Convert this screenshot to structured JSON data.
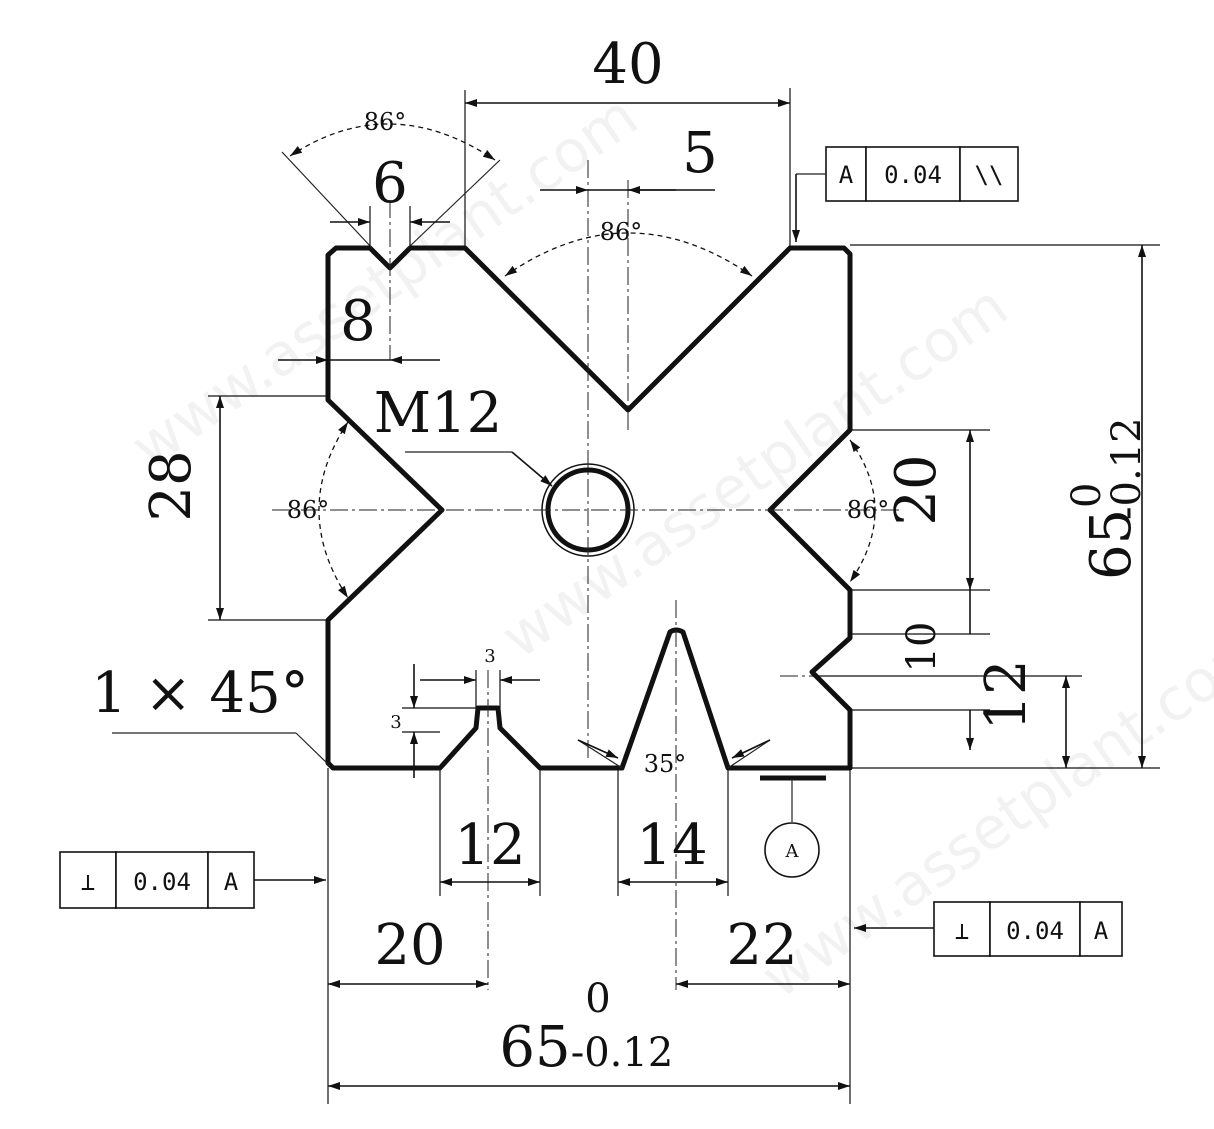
{
  "watermark": "www.assetplant.com",
  "dims": {
    "top_width": "40",
    "top_offset": "5",
    "small_v_width": "6",
    "small_v_offset": "8",
    "thread": "M12",
    "left_span": "28",
    "right_span": "20",
    "right_small_a": "10",
    "right_small_b": "12",
    "overall_h": "65",
    "overall_h_tol_upper": "0",
    "overall_h_tol_lower": "-0.12",
    "chamfer": "1 × 45°",
    "bottom_slot": "3",
    "bottom_slot_depth": "3",
    "bottom_12": "12",
    "bottom_14": "14",
    "bottom_20": "20",
    "bottom_22": "22",
    "overall_w": "65",
    "overall_w_tol_upper": "0",
    "overall_w_tol_lower": "-0.12"
  },
  "angles": {
    "top_small": "86°",
    "top_main": "86°",
    "left": "86°",
    "right": "86°",
    "bottom": "35°"
  },
  "fcf_parallel": {
    "datum": "A",
    "tolerance": "0.04",
    "symbol": "\\\\"
  },
  "fcf_perp_left": {
    "symbol": "⊥",
    "tolerance": "0.04",
    "datum": "A"
  },
  "fcf_perp_right": {
    "symbol": "⊥",
    "tolerance": "0.04",
    "datum": "A"
  },
  "datum_label": "A"
}
